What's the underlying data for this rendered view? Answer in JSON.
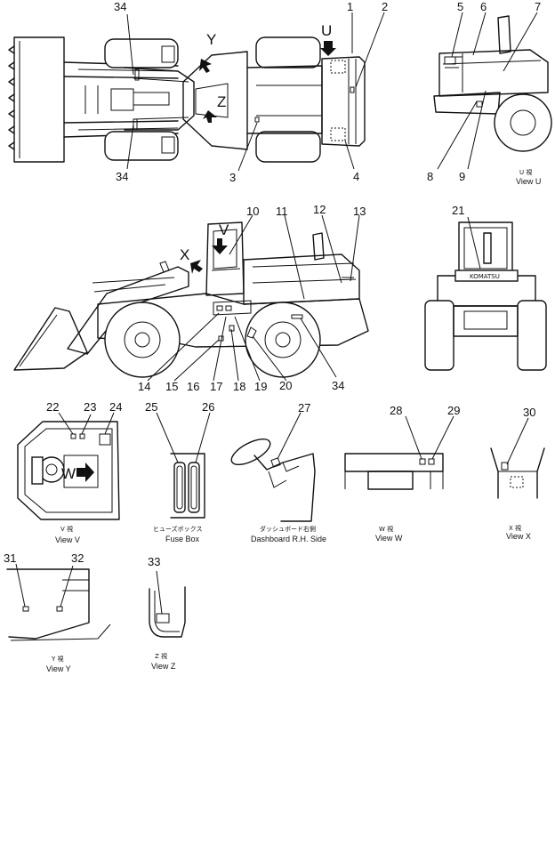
{
  "callouts": {
    "c1": "1",
    "c2": "2",
    "c3": "3",
    "c4": "4",
    "c5": "5",
    "c6": "6",
    "c7": "7",
    "c8": "8",
    "c9": "9",
    "c10": "10",
    "c11": "11",
    "c12": "12",
    "c13": "13",
    "c14": "14",
    "c15": "15",
    "c16": "16",
    "c17": "17",
    "c18": "18",
    "c19": "19",
    "c20": "20",
    "c21": "21",
    "c22": "22",
    "c23": "23",
    "c24": "24",
    "c25": "25",
    "c26": "26",
    "c27": "27",
    "c28": "28",
    "c29": "29",
    "c30": "30",
    "c31": "31",
    "c32": "32",
    "c33": "33",
    "c34": "34"
  },
  "view_letters": {
    "u": "U",
    "v": "V",
    "w": "W",
    "x": "X",
    "y": "Y",
    "z": "Z"
  },
  "captions": {
    "view_u_jp": "U 視",
    "view_u": "View U",
    "view_v_jp": "V 視",
    "view_v": "View V",
    "fuse_jp": "ヒューズボックス",
    "fuse": "Fuse Box",
    "dash_jp": "ダッシュボード右側",
    "dash": "Dashboard R.H. Side",
    "view_w_jp": "W 視",
    "view_w": "View W",
    "view_x_jp": "X 視",
    "view_x": "View X",
    "view_y_jp": "Y 視",
    "view_y": "View Y",
    "view_z_jp": "Z 視",
    "view_z": "View Z"
  },
  "decal_text": {
    "brand": "KOMATSU"
  }
}
